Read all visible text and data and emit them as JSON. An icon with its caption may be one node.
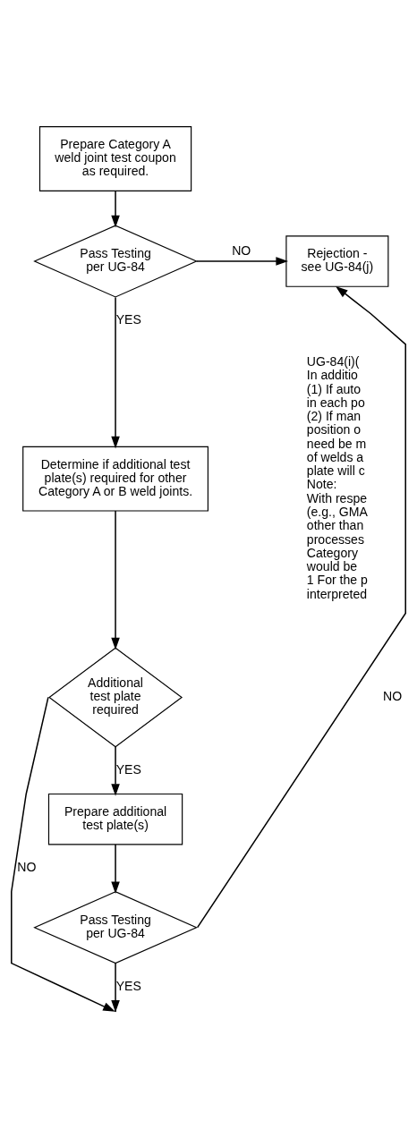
{
  "diagram": {
    "nodes": [
      {
        "text": [
          "Prepare Category A weld joint test coupon as required."
        ]
      },
      {
        "text": [
          "Pass Testing per UG-84"
        ]
      },
      {
        "text": [
          "Rejection - see UG-84(j)"
        ]
      },
      {
        "text": [
          "Determine if additional test plate(s) required for other Category A or B weld joints."
        ]
      },
      {
        "text": [
          "Additional test plate required"
        ]
      },
      {
        "text": [
          "Prepare additional test plate(s)"
        ]
      },
      {
        "text": [
          "Pass Testing per UG-84"
        ]
      }
    ],
    "edges": [
      {
        "from": 0,
        "to": 1,
        "arrow": "to"
      },
      {
        "from": 1,
        "to": 2,
        "arrow": "to",
        "label": "NO"
      },
      {
        "from": 1,
        "to": 3,
        "arrow": "to",
        "label": "YES"
      },
      {
        "from": 3,
        "to": 4,
        "arrow": "to"
      },
      {
        "from": 4,
        "to": 5,
        "arrow": "to",
        "label": "YES"
      },
      {
        "from": 4,
        "to": null,
        "arrow": "to",
        "label": "NO"
      },
      {
        "from": 5,
        "to": 6,
        "arrow": "to"
      },
      {
        "from": 6,
        "to": 2,
        "arrow": "to",
        "label": "NO"
      },
      {
        "from": 6,
        "to": null,
        "arrow": "to",
        "label": "YES"
      }
    ],
    "labels": [
      "UG-84(i)(",
      "In additio",
      "(1) If auto",
      "in each po",
      "(2) If man",
      "position o",
      "need be m",
      "of welds a",
      "plate will c",
      "Note:",
      "With respe",
      "(e.g., GMA",
      "other than",
      "processes",
      "Category",
      "would be",
      "1 For the p",
      "interpreted"
    ]
  }
}
